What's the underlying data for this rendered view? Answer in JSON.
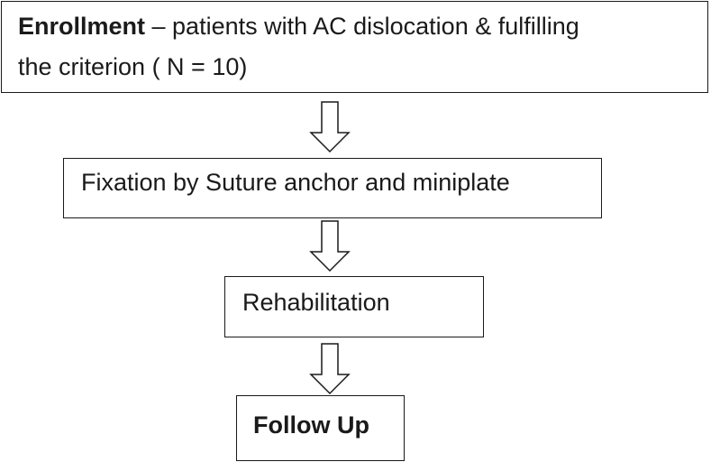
{
  "steps": [
    {
      "id": "enrollment",
      "title": "Enrollment",
      "text_line1": " – patients with AC dislocation & fulfilling",
      "text_line2": "the criterion ( N = 10)"
    },
    {
      "id": "fixation",
      "text": "Fixation by Suture anchor and miniplate"
    },
    {
      "id": "rehabilitation",
      "text": "Rehabilitation"
    },
    {
      "id": "follow-up",
      "text": "Follow Up"
    }
  ],
  "arrow_icon": "hollow-down-arrow-icon",
  "colors": {
    "stroke": "#1a1a1a",
    "background": "#ffffff"
  }
}
